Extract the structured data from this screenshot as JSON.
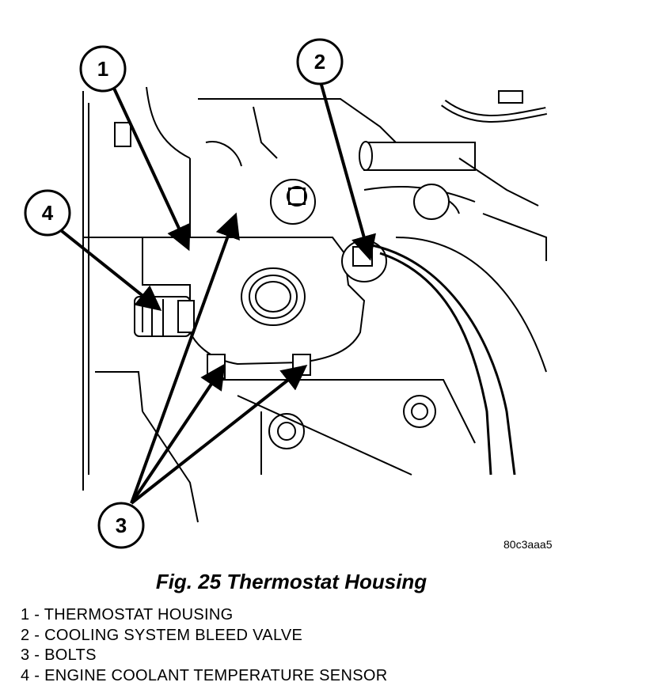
{
  "figure": {
    "reference_code": "80c3aaa5",
    "caption": "Fig. 25 Thermostat Housing",
    "callouts": [
      {
        "number": "1"
      },
      {
        "number": "2"
      },
      {
        "number": "3"
      },
      {
        "number": "4"
      }
    ]
  },
  "legend": [
    {
      "number": "1",
      "separator": " - ",
      "text": "THERMOSTAT HOUSING"
    },
    {
      "number": "2",
      "separator": " - ",
      "text": "COOLING SYSTEM BLEED VALVE"
    },
    {
      "number": "3",
      "separator": " - ",
      "text": "BOLTS"
    },
    {
      "number": "4",
      "separator": " - ",
      "text": "ENGINE COOLANT TEMPERATURE SENSOR"
    }
  ]
}
